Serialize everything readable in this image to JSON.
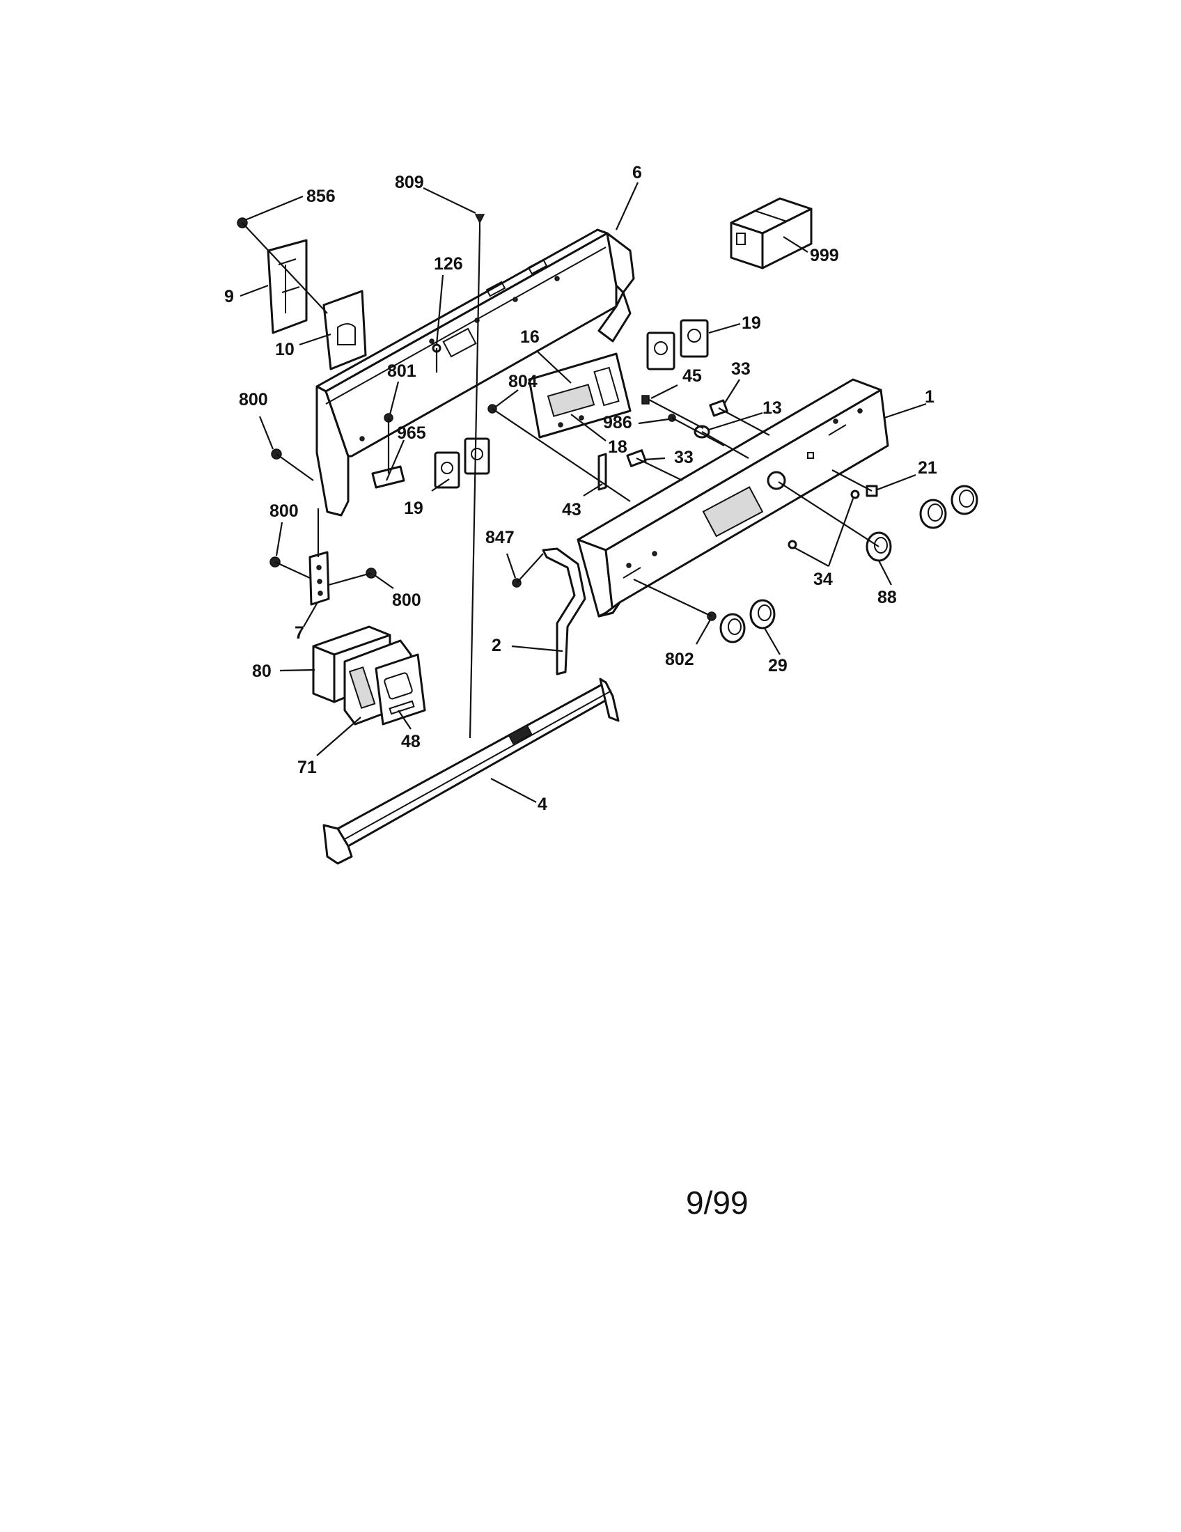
{
  "labels": {
    "l856": "856",
    "l809": "809",
    "l6": "6",
    "l999": "999",
    "l126": "126",
    "l9": "9",
    "l10": "10",
    "l19a": "19",
    "l16": "16",
    "l801": "801",
    "l45": "45",
    "l33a": "33",
    "l800a": "800",
    "l804": "804",
    "l13": "13",
    "l1": "1",
    "l986": "986",
    "l965": "965",
    "l18": "18",
    "l33b": "33",
    "l21": "21",
    "l19b": "19",
    "l43": "43",
    "l800b": "800",
    "l847": "847",
    "l34": "34",
    "l88": "88",
    "l800c": "800",
    "l7": "7",
    "l2": "2",
    "l802": "802",
    "l29": "29",
    "l80": "80",
    "l48": "48",
    "l71": "71",
    "l4": "4"
  },
  "footer": {
    "date": "9/99"
  }
}
